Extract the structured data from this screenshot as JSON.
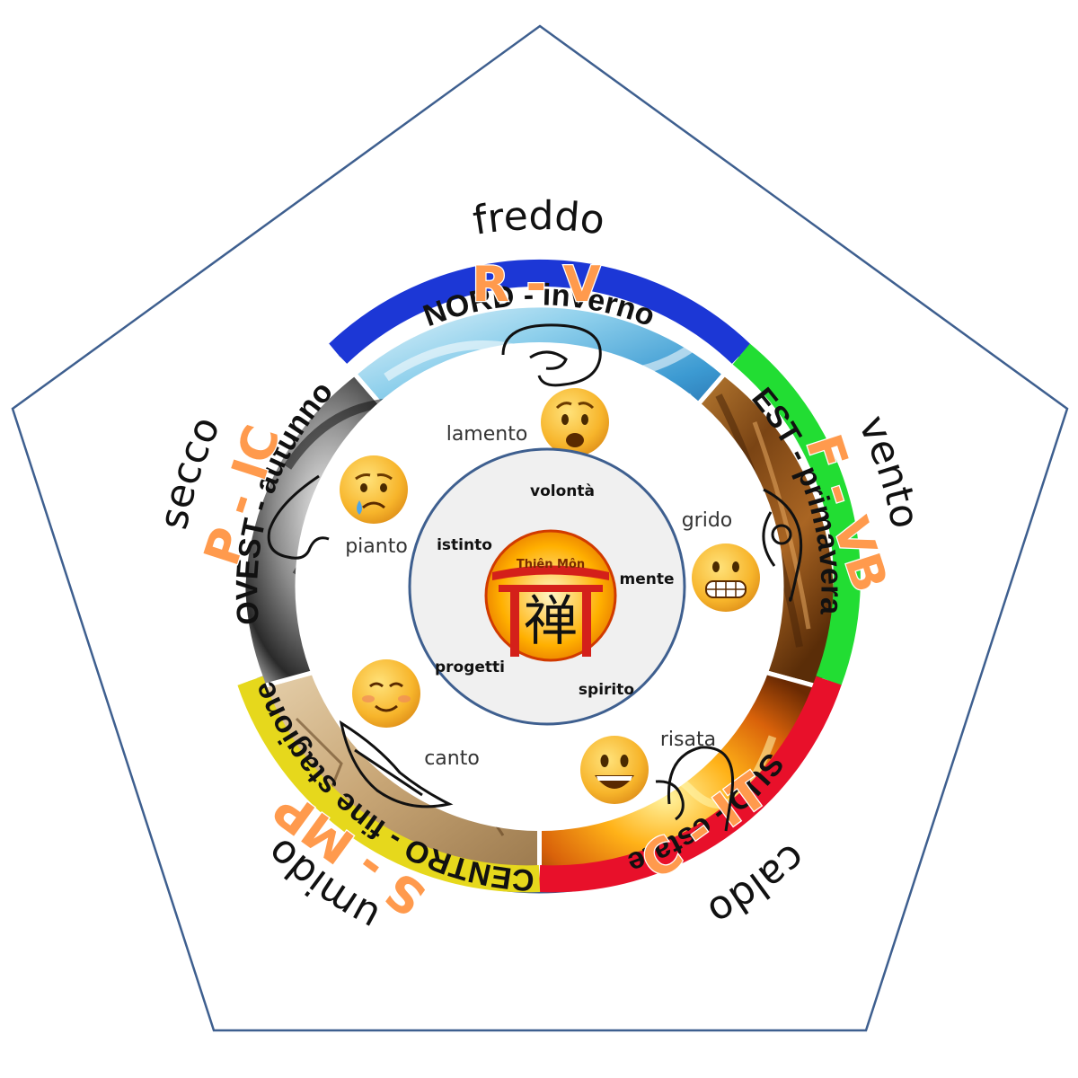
{
  "climates": {
    "north": "freddo",
    "east": "vento",
    "south": "caldo",
    "center": "umido",
    "west": "secco"
  },
  "seasons": {
    "north": "NORD - inverno",
    "east": "EST - primavera",
    "south": "SUD - estate",
    "center": "CENTRO - fine stagione",
    "west": "OVEST - autunno"
  },
  "organs": {
    "north": "R - V",
    "east": "F - VB",
    "south": "C - IT",
    "center": "S - MP",
    "west": "P - IC"
  },
  "emotions": {
    "north": "lamento",
    "east": "grido",
    "south": "risata",
    "center": "canto",
    "west": "pianto"
  },
  "qualities": {
    "north": "volontà",
    "east": "mente",
    "south": "spirito",
    "center": "progetti",
    "west": "istinto"
  },
  "logo": {
    "text": "Thiên Môn",
    "glyph": "禅"
  },
  "colors": {
    "north": "#1c37d6",
    "east": "#22dd33",
    "south": "#e8102a",
    "center": "#e6d81c",
    "west": "#ffffff",
    "organ_text": "#ff9a4d",
    "ring_outline": "#3e5f8f"
  }
}
